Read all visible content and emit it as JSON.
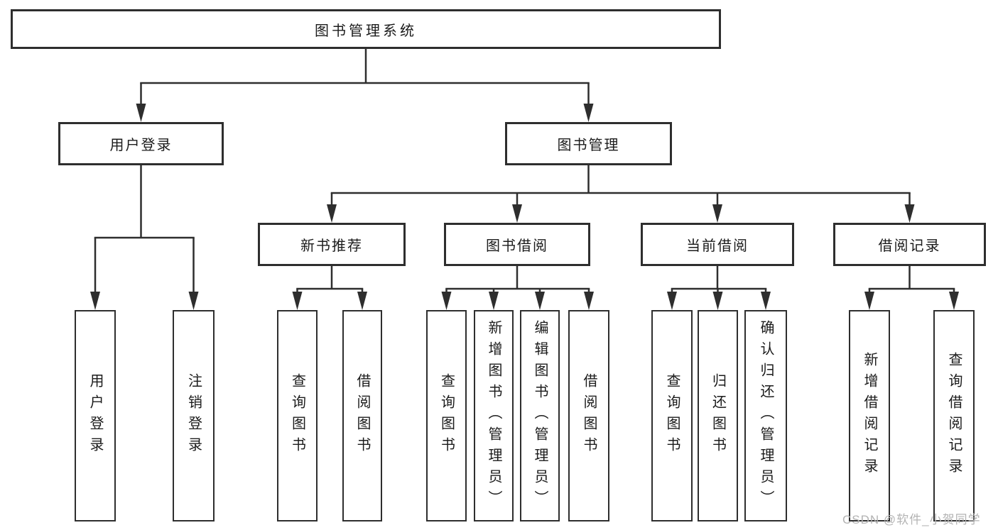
{
  "page": {
    "background": "#ffffff"
  },
  "diagram": {
    "type": "hierarchy-tree",
    "nodes": {
      "root": "图书管理系统",
      "user_login": "用户登录",
      "book_mgmt": "图书管理",
      "new_book_rec": "新书推荐",
      "book_borrow": "图书借阅",
      "current_borrow": "当前借阅",
      "borrow_record": "借阅记录",
      "leaf_user_login": "用户登录",
      "leaf_logout": "注销登录",
      "leaf_rec_query": "查询图书",
      "leaf_rec_borrow": "借阅图书",
      "leaf_bb_query": "查询图书",
      "leaf_bb_add": "新增图书（管理员）",
      "leaf_bb_edit": "编辑图书（管理员）",
      "leaf_bb_borrow": "借阅图书",
      "leaf_cb_query": "查询图书",
      "leaf_cb_return": "归还图书",
      "leaf_cb_confirm": "确认归还（管理员）",
      "leaf_br_add": "新增借阅记录",
      "leaf_br_query": "查询借阅记录"
    },
    "structure": {
      "图书管理系统": {
        "用户登录": [
          "用户登录",
          "注销登录"
        ],
        "图书管理": {
          "新书推荐": [
            "查询图书",
            "借阅图书"
          ],
          "图书借阅": [
            "查询图书",
            "新增图书（管理员）",
            "编辑图书（管理员）",
            "借阅图书"
          ],
          "当前借阅": [
            "查询图书",
            "归还图书",
            "确认归还（管理员）"
          ],
          "借阅记录": [
            "新增借阅记录",
            "查询借阅记录"
          ]
        }
      }
    },
    "colors": {
      "line": "#2e2e2e",
      "text": "#1b1b1b",
      "box_background": "#ffffff",
      "watermark": "#b3b3b3"
    }
  },
  "watermark": {
    "text": "CSDN @软件_小贺同学"
  }
}
